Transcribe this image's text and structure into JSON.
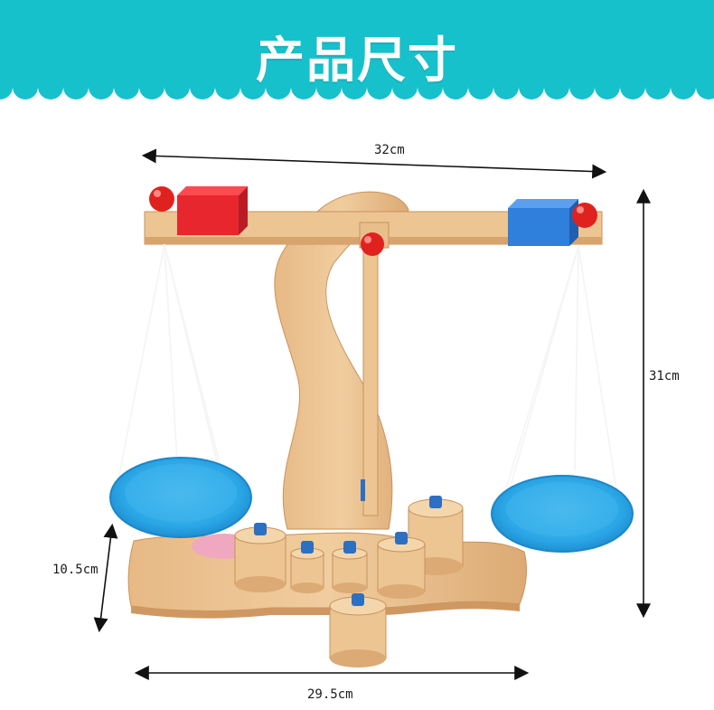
{
  "banner": {
    "title": "产品尺寸",
    "color": "#16c1cc"
  },
  "dimensions": {
    "top_width": "32cm",
    "height": "31cm",
    "base_height": "10.5cm",
    "base_width": "29.5cm"
  },
  "colors": {
    "wood": "#e9bf8f",
    "wood_dark": "#d9a571",
    "red_block": "#e8262d",
    "blue_block": "#2f7fdc",
    "pan_blue": "#2aa6e6",
    "knob_blue": "#2d6fc1",
    "bead_red": "#e0221f"
  }
}
